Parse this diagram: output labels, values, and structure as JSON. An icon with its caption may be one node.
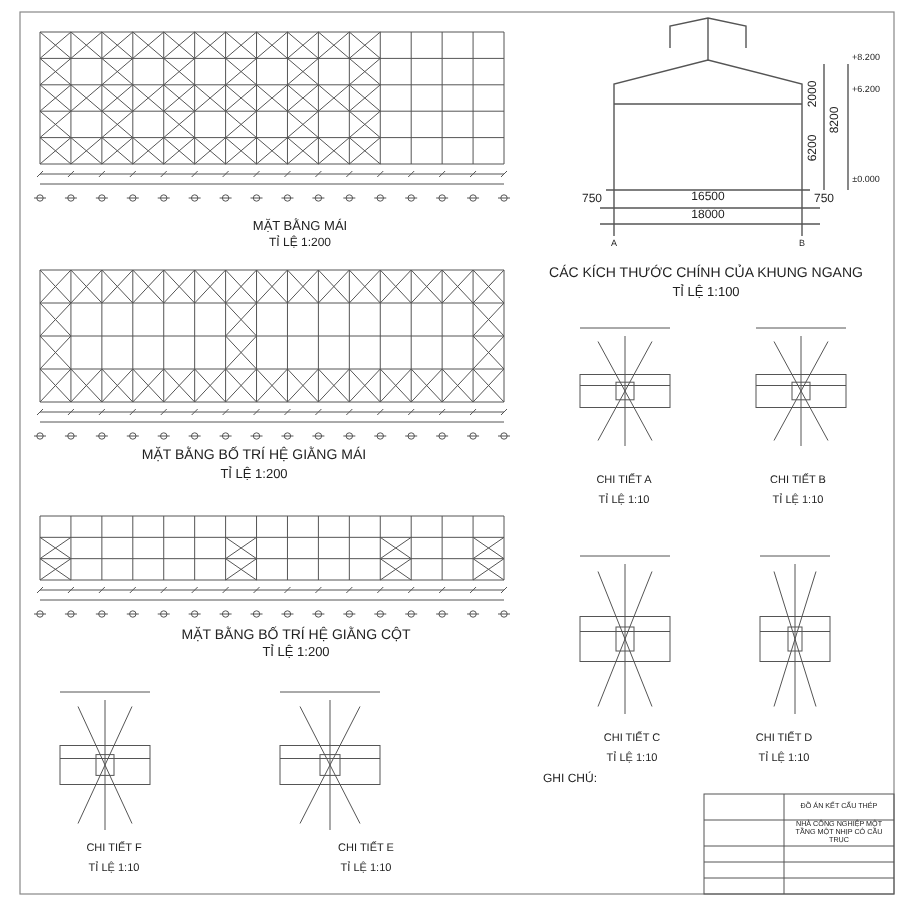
{
  "diagram": {
    "labels": [
      "MẶT BẰNG MÁI",
      "TỈ LỆ 1:200",
      "MẶT BẰNG BỐ TRÍ HỆ GIẰNG MÁI",
      "TỈ LỆ 1:200",
      "MẶT BẰNG BỐ TRÍ HỆ GIẰNG CỘT",
      "TỈ LỆ 1:200",
      "+8.200",
      "+6.200",
      "±0.000",
      "2000",
      "6200",
      "8200",
      "750",
      "16500",
      "750",
      "18000",
      "A",
      "B",
      "CÁC KÍCH THƯỚC CHÍNH CỦA KHUNG NGANG",
      "TỈ LỆ 1:100",
      "CHI TIẾT A",
      "TỈ LỆ 1:10",
      "CHI TIẾT B",
      "TỈ LỆ 1:10",
      "CHI TIẾT C",
      "TỈ LỆ 1:10",
      "CHI TIẾT D",
      "TỈ LỆ 1:10",
      "CHI TIẾT F",
      "TỈ LỆ 1:10",
      "CHI TIẾT E",
      "TỈ LỆ 1:10",
      "GHI CHÚ:",
      "ĐỒ ÁN KẾT CẤU THÉP",
      "NHÀ CÔNG NGHIỆP MỘT TẦNG MỘT NHỊP CÓ CẦU TRỤC"
    ]
  }
}
